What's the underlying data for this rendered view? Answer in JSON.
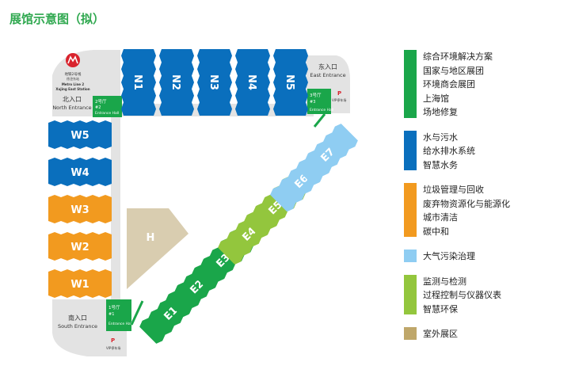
{
  "title": "展馆示意图（拟）",
  "halls": {
    "north": [
      "N1",
      "N2",
      "N3",
      "N4",
      "N5"
    ],
    "west": [
      "W5",
      "W4",
      "W3",
      "W2",
      "W1"
    ],
    "east": [
      "E1",
      "E2",
      "E3",
      "E4",
      "E5",
      "E6",
      "E7"
    ],
    "outdoor": "H"
  },
  "entrances": {
    "north_cn": "北入口",
    "north_en": "North Entrance",
    "east_cn": "东入口",
    "east_en": "East Entrance",
    "south_cn": "南入口",
    "south_en": "South Entrance",
    "metro_cn": "地铁2号线",
    "metro_cn2": "徐泾东站",
    "metro_en": "Metro Line 2",
    "metro_en2": "Xujing East Station"
  },
  "entrance_halls": {
    "h2_cn": "2号厅",
    "h2_no": "#2",
    "h3_cn": "3号厅",
    "h3_no": "#3",
    "h1_cn": "1号厅",
    "h1_no": "#1",
    "en": "Entrance Hall",
    "vip": "VIP停车场",
    "parking": "P"
  },
  "legend": [
    {
      "color": "#1aa64a",
      "items": [
        "综合环境解决方案",
        "国家与地区展团",
        "环境商会展团",
        "上海馆",
        "场地修复"
      ]
    },
    {
      "color": "#0a6fbd",
      "items": [
        "水与污水",
        "给水排水系统",
        "智慧水务"
      ]
    },
    {
      "color": "#f29a1f",
      "items": [
        "垃圾管理与回收",
        "废弃物资源化与能源化",
        "城市清洁",
        "碳中和"
      ]
    },
    {
      "color": "#8fcdf2",
      "items": [
        "大气污染治理"
      ]
    },
    {
      "color": "#93c63d",
      "items": [
        "监测与检测",
        "过程控制与仪器仪表",
        "智慧环保"
      ]
    },
    {
      "color": "#bfa76a",
      "items": [
        "室外展区"
      ]
    }
  ],
  "colors": {
    "green": "#1aa64a",
    "blue": "#0a6fbd",
    "orange": "#f29a1f",
    "lightblue": "#8fcdf2",
    "lime": "#93c63d",
    "tan": "#d9cdb0",
    "grey": "#e3e3e3"
  }
}
